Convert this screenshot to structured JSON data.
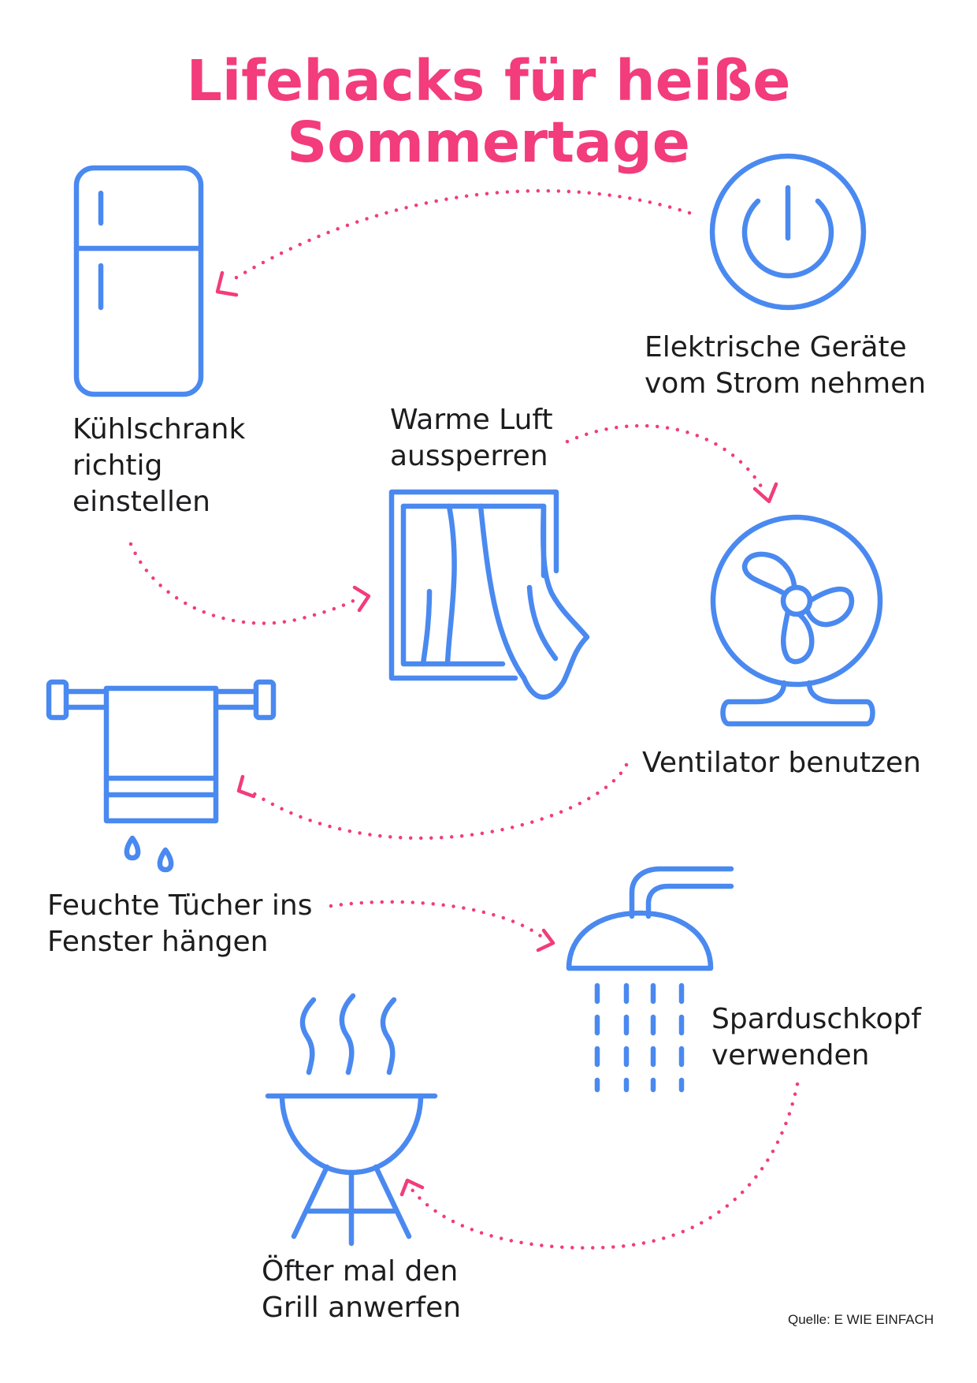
{
  "title": "Lifehacks für heiße Sommertage",
  "tips": {
    "fridge": "Kühlschrank\nrichtig\neinstellen",
    "power": "Elektrische Geräte\nvom Strom nehmen",
    "window": "Warme Luft\naussperren",
    "fan": "Ventilator benutzen",
    "towel": "Feuchte Tücher ins\nFenster hängen",
    "shower": "Sparduschkopf\nverwenden",
    "grill": "Öfter mal den\nGrill anwerfen"
  },
  "source": "Quelle: E WIE EINFACH",
  "colors": {
    "title": "#f23c7c",
    "icons": "#4a89f0",
    "arrows": "#f23c7c",
    "text": "#1d1d1f"
  },
  "icons": [
    "fridge-icon",
    "power-icon",
    "window-curtain-icon",
    "fan-icon",
    "towel-icon",
    "shower-head-icon",
    "grill-icon"
  ]
}
